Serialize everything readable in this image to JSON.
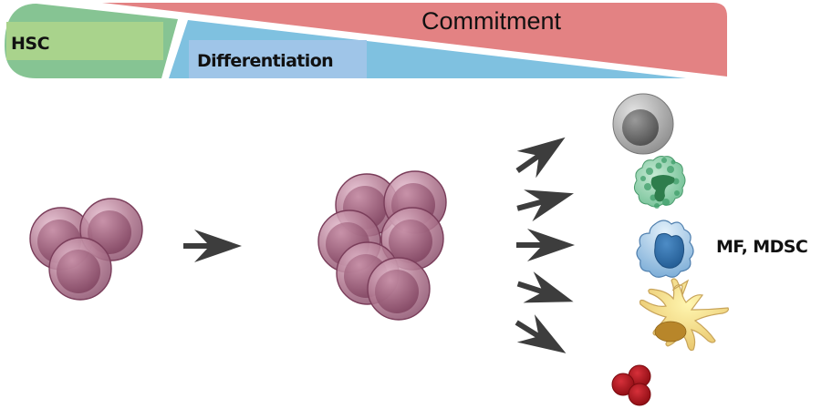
{
  "banner": {
    "hsc": {
      "label": "HSC",
      "color": "#86c493",
      "label_bg": "#a9d38c"
    },
    "differentiation": {
      "label": "Differentiation",
      "color": "#7fc1e0",
      "label_bg": "#9fc5e8"
    },
    "commitment": {
      "label": "Commitment",
      "color": "#e38283"
    }
  },
  "stages": [
    {
      "name": "hsc-cluster",
      "cells": 3,
      "color": "#a4647e"
    },
    {
      "name": "progenitor-cluster",
      "cells": 6,
      "color": "#a4647e"
    }
  ],
  "arrows": {
    "color": "#3d3d3d",
    "fan_count": 5
  },
  "outcomes": [
    {
      "name": "lymphocyte",
      "color": "#8c8c8c"
    },
    {
      "name": "granulocyte",
      "color": "#3f9e6a"
    },
    {
      "name": "macrophage-mdsc",
      "color": "#4f86bd",
      "label": "MF, MDSC"
    },
    {
      "name": "dendritic-cell",
      "color": "#f1d36e"
    },
    {
      "name": "red-blood-cells",
      "color": "#b0141c"
    }
  ]
}
